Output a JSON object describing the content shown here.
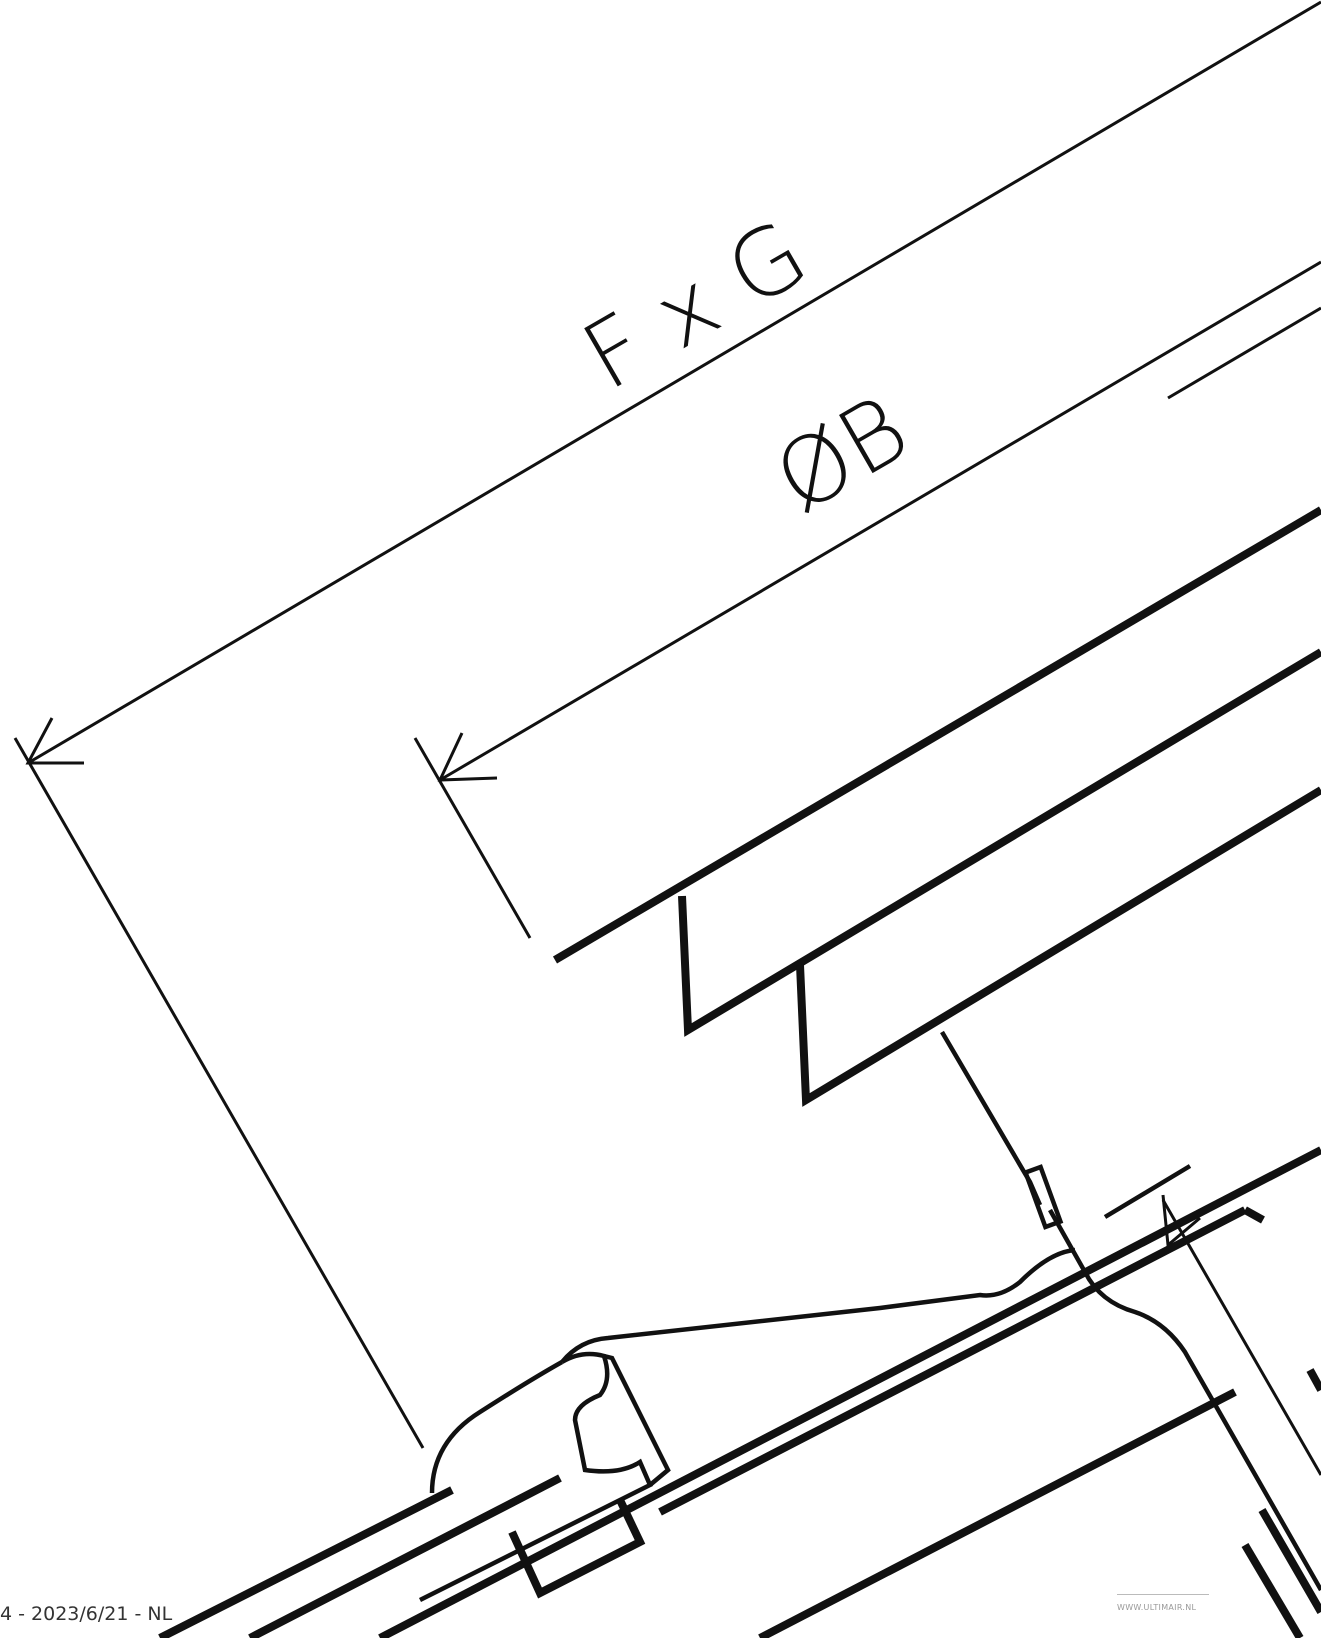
{
  "drawing": {
    "dimension_labels": {
      "outer": "F x G",
      "inner": "ØB"
    }
  },
  "footer": {
    "doc_ref": "4 - 2023/6/21 - NL",
    "website": "WWW.ULTIMAIR.NL"
  }
}
